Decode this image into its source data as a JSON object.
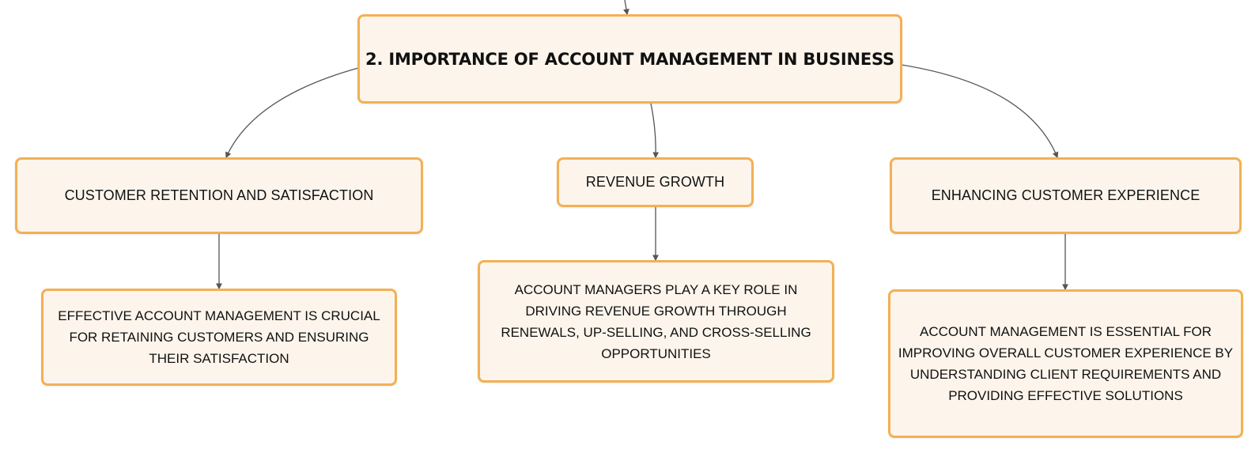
{
  "colors": {
    "node_fill": "#fdf5ec",
    "node_border": "#f3b054",
    "connector": "#555555",
    "text": "#111111"
  },
  "diagram": {
    "root": {
      "label": "2. IMPORTANCE OF ACCOUNT MANAGEMENT IN BUSINESS"
    },
    "branches": [
      {
        "label": "CUSTOMER RETENTION AND SATISFACTION",
        "detail": "EFFECTIVE ACCOUNT MANAGEMENT IS CRUCIAL FOR RETAINING CUSTOMERS AND ENSURING THEIR SATISFACTION"
      },
      {
        "label": "REVENUE GROWTH",
        "detail": "ACCOUNT MANAGERS PLAY A KEY ROLE IN DRIVING REVENUE GROWTH THROUGH RENEWALS, UP-SELLING, AND CROSS-SELLING OPPORTUNITIES"
      },
      {
        "label": "ENHANCING CUSTOMER EXPERIENCE",
        "detail": "ACCOUNT MANAGEMENT IS ESSENTIAL FOR IMPROVING OVERALL CUSTOMER EXPERIENCE BY UNDERSTANDING CLIENT REQUIREMENTS AND PROVIDING EFFECTIVE SOLUTIONS"
      }
    ]
  }
}
